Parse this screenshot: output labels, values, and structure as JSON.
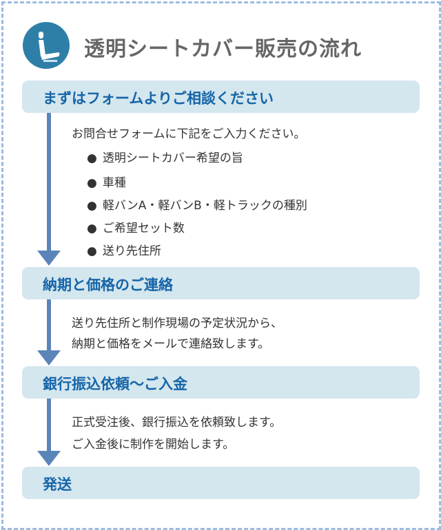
{
  "title": "透明シートカバー販売の流れ",
  "steps": [
    {
      "label": "まずはフォームよりご相談ください",
      "text": [
        "お問合せフォームに下記をご入力ください。"
      ],
      "items": [
        "透明シートカバー希望の旨",
        "車種",
        "軽バンA・軽バンB・軽トラックの種別",
        "ご希望セット数",
        "送り先住所"
      ]
    },
    {
      "label": "納期と価格のご連絡",
      "text": [
        "送り先住所と制作現場の予定状況から、",
        "納期と価格をメールで連絡致します。"
      ]
    },
    {
      "label": "銀行振込依頼〜ご入金",
      "text": [
        "正式受注後、銀行振込を依頼致します。",
        "ご入金後に制作を開始します。"
      ]
    },
    {
      "label": "発送"
    }
  ],
  "colors": {
    "accent": "#1565a8",
    "step_bg": "#d4e6ee",
    "arrow": "#5b84b8",
    "icon": "#2e7fa8"
  }
}
